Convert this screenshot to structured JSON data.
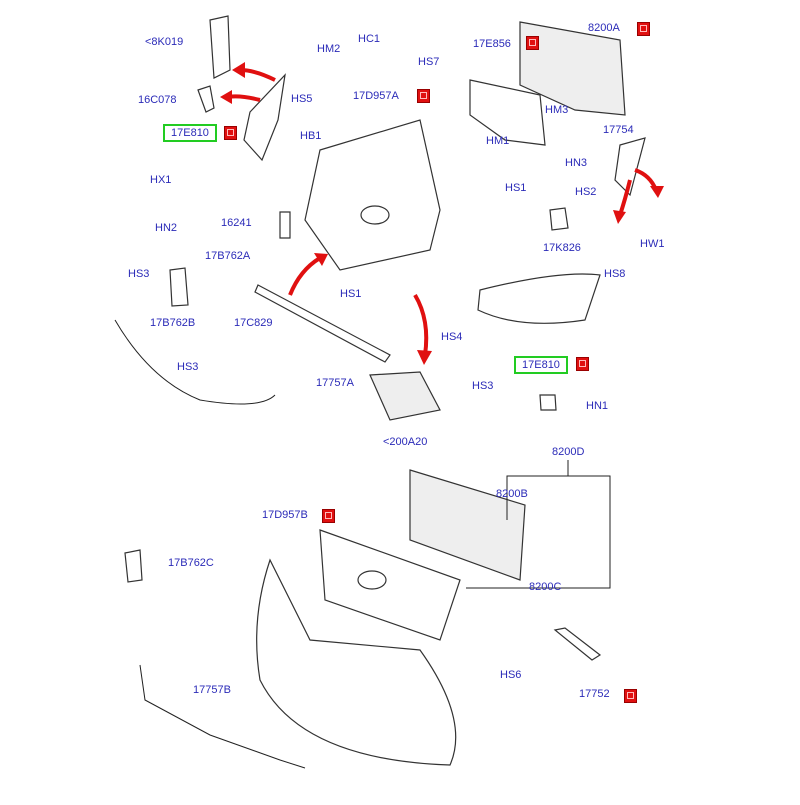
{
  "diagram": {
    "type": "exploded-parts-diagram",
    "subject": "front bumper and grille assembly",
    "labels": [
      {
        "id": "8K019",
        "text": "<8K019"
      },
      {
        "id": "HC1",
        "text": "HC1"
      },
      {
        "id": "HM2",
        "text": "HM2"
      },
      {
        "id": "HS7",
        "text": "HS7"
      },
      {
        "id": "17E856",
        "text": "17E856"
      },
      {
        "id": "8200A",
        "text": "8200A"
      },
      {
        "id": "16C078",
        "text": "16C078"
      },
      {
        "id": "HS5",
        "text": "HS5"
      },
      {
        "id": "17D957A",
        "text": "17D957A"
      },
      {
        "id": "HM3",
        "text": "HM3"
      },
      {
        "id": "17E810-top",
        "text": "17E810"
      },
      {
        "id": "HB1",
        "text": "HB1"
      },
      {
        "id": "HM1",
        "text": "HM1"
      },
      {
        "id": "HN3",
        "text": "HN3"
      },
      {
        "id": "17754",
        "text": "17754"
      },
      {
        "id": "HX1",
        "text": "HX1"
      },
      {
        "id": "HS1-top",
        "text": "HS1"
      },
      {
        "id": "HS2",
        "text": "HS2"
      },
      {
        "id": "16241",
        "text": "16241"
      },
      {
        "id": "17K826",
        "text": "17K826"
      },
      {
        "id": "HW1",
        "text": "HW1"
      },
      {
        "id": "HN2",
        "text": "HN2"
      },
      {
        "id": "17B762A",
        "text": "17B762A"
      },
      {
        "id": "HS3-left",
        "text": "HS3"
      },
      {
        "id": "HS8",
        "text": "HS8"
      },
      {
        "id": "HS1-mid",
        "text": "HS1"
      },
      {
        "id": "17B762B",
        "text": "17B762B"
      },
      {
        "id": "17C829",
        "text": "17C829"
      },
      {
        "id": "HS4",
        "text": "HS4"
      },
      {
        "id": "17E810-mid",
        "text": "17E810"
      },
      {
        "id": "HS3-lower",
        "text": "HS3"
      },
      {
        "id": "17757A",
        "text": "17757A"
      },
      {
        "id": "HS3-right",
        "text": "HS3"
      },
      {
        "id": "HN1",
        "text": "HN1"
      },
      {
        "id": "200A20",
        "text": "<200A20"
      },
      {
        "id": "8200D",
        "text": "8200D"
      },
      {
        "id": "8200B",
        "text": "8200B"
      },
      {
        "id": "17D957B",
        "text": "17D957B"
      },
      {
        "id": "17B762C",
        "text": "17B762C"
      },
      {
        "id": "8200C",
        "text": "8200C"
      },
      {
        "id": "HS6",
        "text": "HS6"
      },
      {
        "id": "17752",
        "text": "17752"
      },
      {
        "id": "17757B",
        "text": "17757B"
      }
    ],
    "highlighted_labels": [
      "17E810-top",
      "17E810-mid"
    ],
    "colors": {
      "label_text": "#2b2bb8",
      "highlight_box": "#22cc22",
      "arrow": "#e01010",
      "badge": "#e01010"
    }
  }
}
